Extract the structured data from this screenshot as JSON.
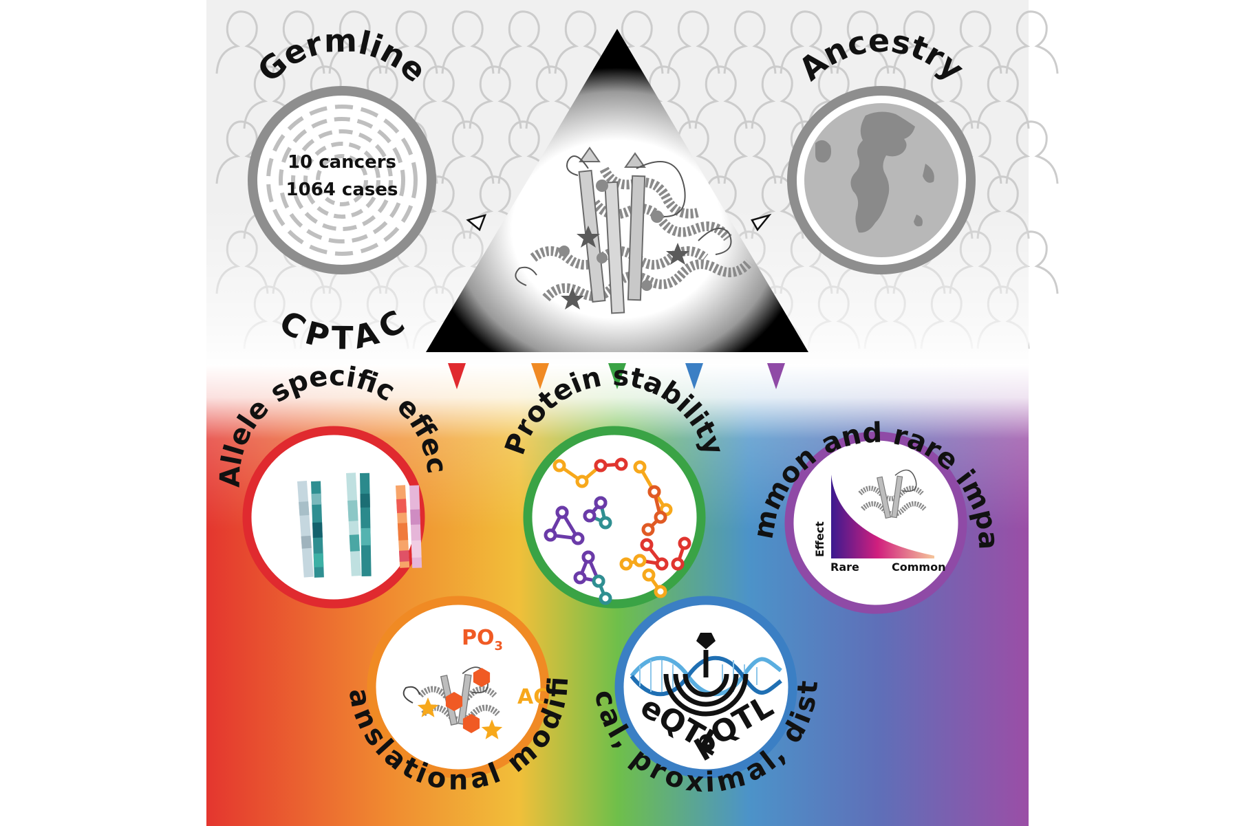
{
  "top_section": {
    "germline": {
      "title": "Germline",
      "subtitle": "CPTAC",
      "stat_line1": "10 cancers",
      "stat_line2": "1064 cases",
      "ring_color": "#8e8e8e"
    },
    "ancestry": {
      "title": "Ancestry",
      "ring_color": "#8e8e8e",
      "globe_color": "#b8b8b8",
      "land_color": "#8a8a8a"
    },
    "center": {
      "triangle_color": "#000000",
      "protein_color": "#8a8a8a"
    }
  },
  "pointer_colors": [
    "#e02a2f",
    "#f08a24",
    "#3aa345",
    "#3b7fc4",
    "#8f4aa6"
  ],
  "modules": [
    {
      "id": "allele",
      "title": "Allele specific effect",
      "ring_color": "#e02a2f"
    },
    {
      "id": "stability",
      "title": "Protein  stability",
      "ring_color": "#3aa345"
    },
    {
      "id": "common-rare",
      "title": "Common and rare impact",
      "ring_color": "#8f4aa6",
      "plot": {
        "ylabel": "Effect",
        "xlabel_left": "Rare",
        "xlabel_right": "Common"
      }
    },
    {
      "id": "ptm",
      "title": "Post-translational modification",
      "ring_color": "#f08a24",
      "chem_label_1": "PO",
      "chem_label_1_sub": "3",
      "chem_label_2": "AC",
      "chem_color": "#f05a24",
      "chem_color_2": "#f7a81b"
    },
    {
      "id": "qtl",
      "title": "Local, proximal, distal",
      "ring_color": "#3b7fc4",
      "inner_label_left": "eQTL",
      "inner_label_dash": "-",
      "inner_label_right": "pQTL"
    }
  ]
}
